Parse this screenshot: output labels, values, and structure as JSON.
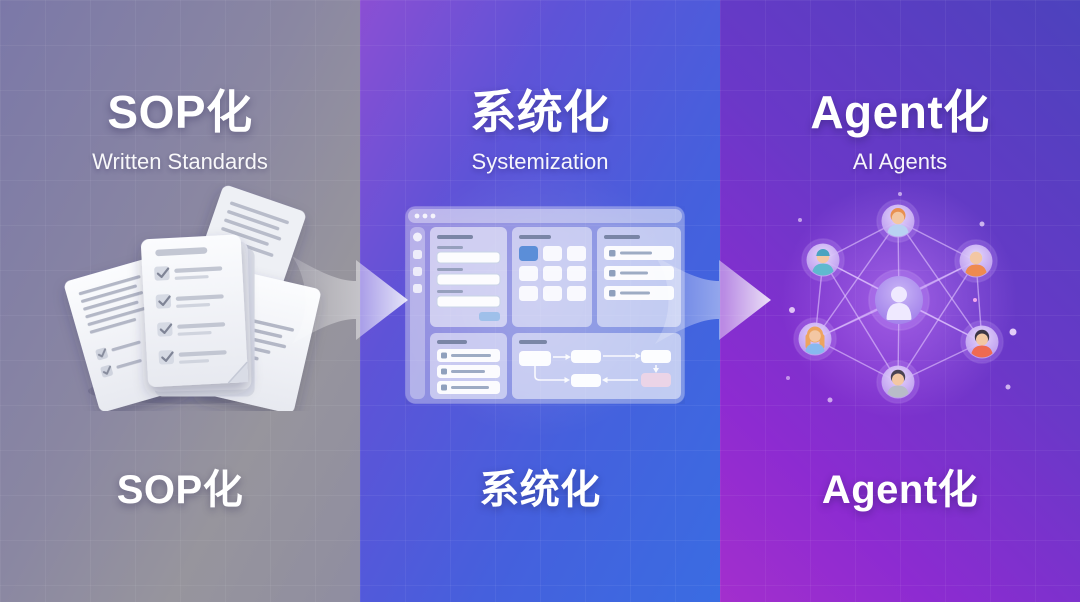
{
  "infographic": {
    "stages": [
      {
        "title": "SOP化",
        "subtitle": "Written Standards",
        "bottom_label": "SOP化",
        "icon": "documents-checklist-icon",
        "accent_colors": [
          "#7b78a8",
          "#97959d"
        ]
      },
      {
        "title": "系统化",
        "subtitle": "Systemization",
        "bottom_label": "系统化",
        "icon": "dashboard-window-icon",
        "accent_colors": [
          "#8b4fd3",
          "#3a6ce2"
        ]
      },
      {
        "title": "Agent化",
        "subtitle": "AI Agents",
        "bottom_label": "Agent化",
        "icon": "agent-network-icon",
        "accent_colors": [
          "#4c42bd",
          "#a32fcd"
        ]
      }
    ],
    "arrows": [
      {
        "name": "arrow-stage1-to-stage2",
        "direction": "right"
      },
      {
        "name": "arrow-stage2-to-stage3",
        "direction": "right"
      }
    ]
  }
}
